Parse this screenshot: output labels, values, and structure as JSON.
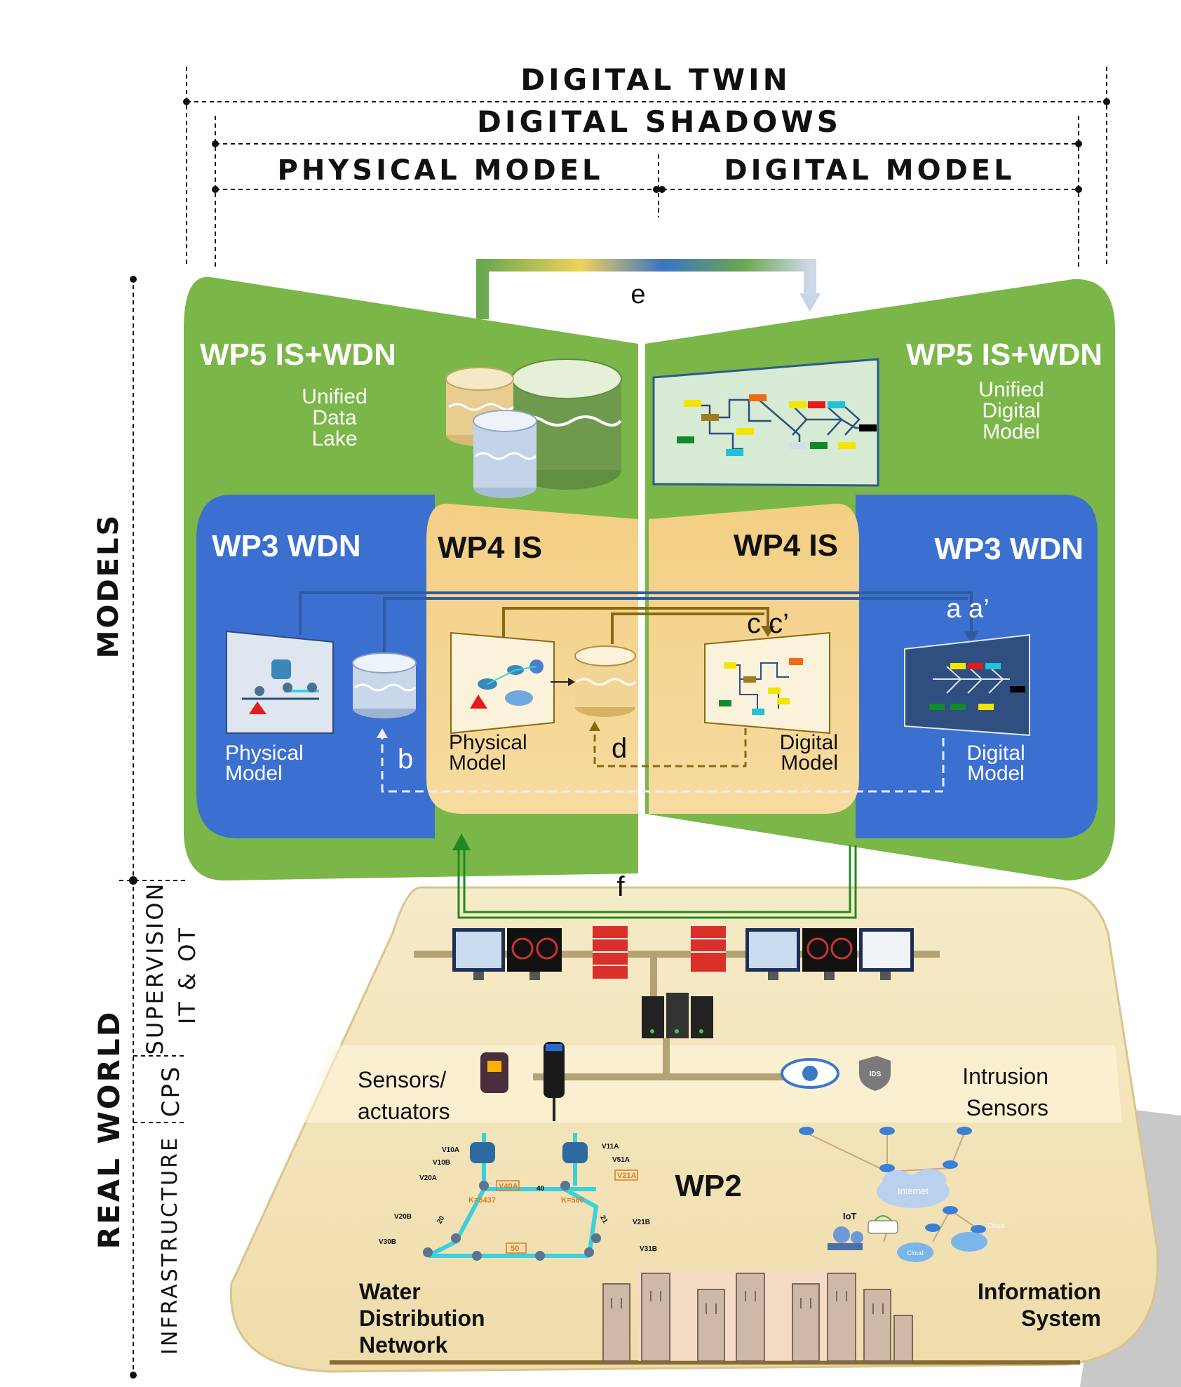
{
  "header": {
    "digital_twin": "DIGITAL TWIN",
    "digital_shadows": "DIGITAL SHADOWS",
    "physical_model": "PHYSICAL MODEL",
    "digital_model": "DIGITAL MODEL"
  },
  "side_labels": {
    "models": "MODELS",
    "real_world": "REAL WORLD",
    "supervision": "SUPERVISION",
    "it_ot": "IT & OT",
    "cps": "CPS",
    "infrastructure": "INFRASTRUCTURE"
  },
  "left_wing": {
    "wp5_title": "WP5 IS+WDN",
    "wp5_caption": [
      "Unified",
      "Data",
      "Lake"
    ],
    "wp3_title": "WP3 WDN",
    "wp3_caption": [
      "Physical",
      "Model"
    ],
    "wp4_title": "WP4 IS",
    "wp4_caption": [
      "Physical",
      "Model"
    ]
  },
  "right_wing": {
    "wp5_title": "WP5 IS+WDN",
    "wp5_caption": [
      "Unified",
      "Digital",
      "Model"
    ],
    "wp3_title": "WP3  WDN",
    "wp3_caption": [
      "Digital",
      "Model"
    ],
    "wp4_title": "WP4 IS",
    "wp4_caption": [
      "Digital",
      "Model"
    ]
  },
  "flow_labels": {
    "a": "a a’",
    "b": "b",
    "c": "c c’",
    "d": "d",
    "e": "e",
    "f": "f"
  },
  "real_world": {
    "sensors": [
      "Sensors/",
      "actuators"
    ],
    "intrusion": [
      "Intrusion",
      "Sensors"
    ],
    "wp2": "WP2",
    "wdn": [
      "Water",
      "Distribution",
      "Network"
    ],
    "is": [
      "Information",
      "System"
    ],
    "internet": "Internet",
    "cloud": "Cloud",
    "iot": "IoT",
    "ids": "IDS"
  },
  "network_labels": {
    "v10a": "V10A",
    "v10b": "V10B",
    "v20a": "V20A",
    "v20b": "V20B",
    "v30b": "V30B",
    "v11a": "V11A",
    "v51a": "V51A",
    "v21b": "V21B",
    "v31b": "V31B",
    "v40a": "V40A",
    "v21a": "V21A",
    "k1": "K=5437",
    "k2": "K=560",
    "n40": "40",
    "n20": "20",
    "n21": "21",
    "n50": "50"
  },
  "colors": {
    "green": "#7cb342",
    "green_dark": "#5a9a36",
    "blue": "#3a6fcf",
    "orange": "#f0c776",
    "sand": "#f3e6c0",
    "arrow_blue": "#2f5c9e",
    "arrow_brown": "#8a6a10",
    "arrow_green": "#1f8a1f"
  }
}
